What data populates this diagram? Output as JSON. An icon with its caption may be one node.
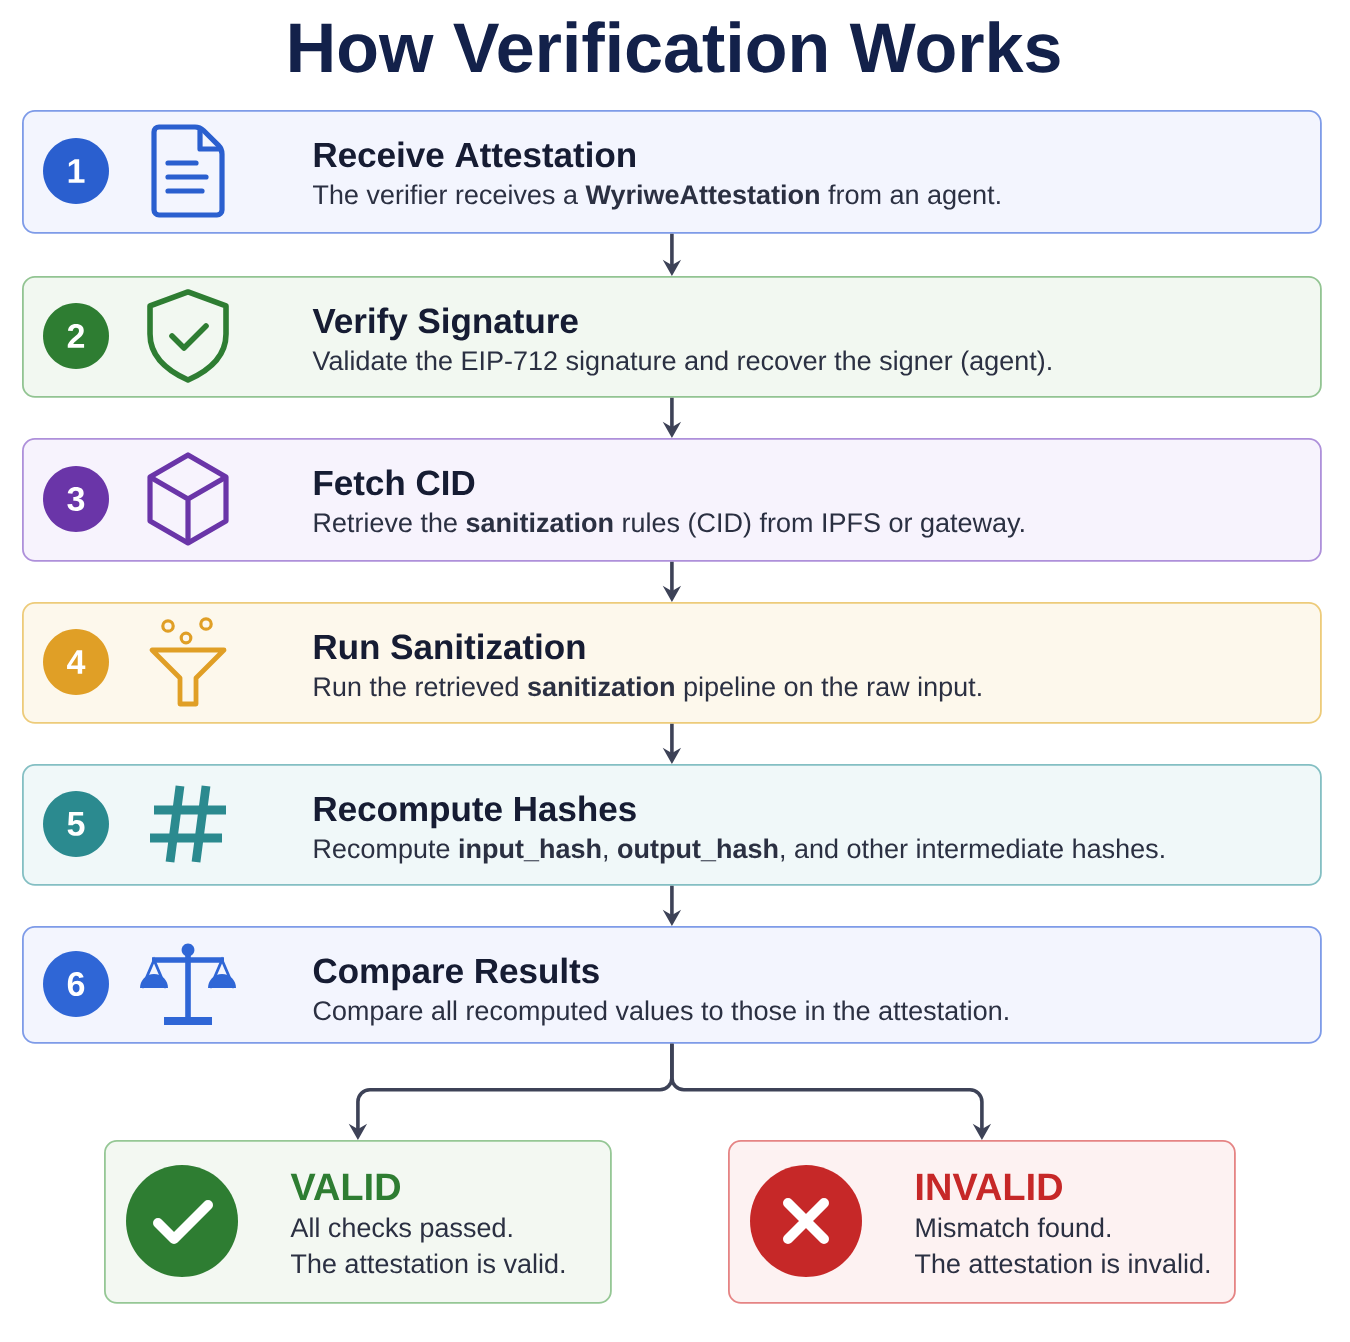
{
  "diagram": {
    "title": "How Verification Works",
    "nodes": [
      {
        "text": [
          "Receive Attestation",
          "The verifier receives a **WyriweAttestation** from an agent."
        ]
      },
      {
        "text": [
          "1"
        ],
        "in": 0
      },
      {
        "text": [
          "Verify Signature",
          "Validate the EIP-712 signature and recover the signer (agent)."
        ]
      },
      {
        "text": [
          "2"
        ],
        "in": 2
      },
      {
        "text": [
          "Fetch CID",
          "Retrieve the **sanitization** rules (CID) from IPFS or gateway."
        ]
      },
      {
        "text": [
          "3"
        ],
        "in": 4
      },
      {
        "text": [
          "Run Sanitization",
          "Run the retrieved **sanitization** pipeline on the raw input."
        ]
      },
      {
        "text": [
          "4"
        ],
        "in": 6
      },
      {
        "text": [
          "Recompute Hashes",
          "Recompute **input_hash**, **output_hash**, and other intermediate hashes."
        ]
      },
      {
        "text": [
          "5"
        ],
        "in": 8
      },
      {
        "text": [
          "Compare Results",
          "Compare all recomputed values to those in the attestation."
        ]
      },
      {
        "text": [
          "6"
        ],
        "in": 10
      },
      {
        "text": [
          "VALID",
          "All checks passed.",
          "The attestation is valid."
        ]
      },
      {
        "text": [
          "INVALID",
          "Mismatch found.",
          "The attestation is invalid."
        ]
      }
    ],
    "edges": [
      {
        "from": 0,
        "to": 2,
        "arrow": "to"
      },
      {
        "from": 2,
        "to": 4,
        "arrow": "to"
      },
      {
        "from": 4,
        "to": 6,
        "arrow": "to"
      },
      {
        "from": 6,
        "to": 8,
        "arrow": "to"
      },
      {
        "from": 8,
        "to": 10,
        "arrow": "to"
      },
      {
        "from": 10,
        "to": 12,
        "arrow": "to"
      },
      {
        "from": 10,
        "to": 13,
        "arrow": "to"
      }
    ]
  }
}
